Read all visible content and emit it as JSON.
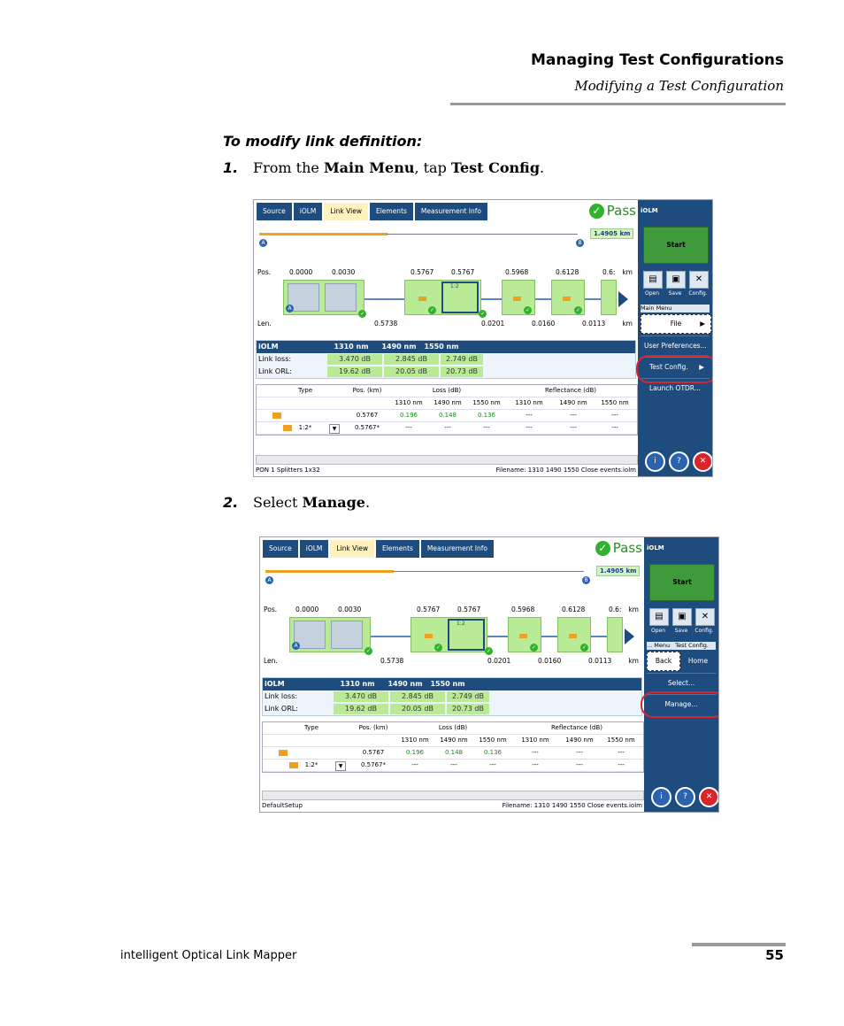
{
  "header": {
    "title": "Managing Test Configurations",
    "subtitle": "Modifying a Test Configuration"
  },
  "procedure_title": "To modify link definition:",
  "steps": [
    {
      "num": "1.",
      "pre": "From the ",
      "b1": "Main Menu",
      "mid": ", tap ",
      "b2": "Test Config",
      "post": "."
    },
    {
      "num": "2.",
      "pre": "Select ",
      "b1": "Manage",
      "post": "."
    }
  ],
  "ui": {
    "tabs": [
      "Source",
      "iOLM",
      "Link View",
      "Elements",
      "Measurement Info"
    ],
    "pass": "Pass",
    "length_badge": "1.4905 km",
    "marker_a": "A",
    "marker_b": "B",
    "pos_label": "Pos.",
    "len_label": "Len.",
    "km": "km",
    "positions": [
      "0.0000",
      "0.0030",
      "0.5767",
      "0.5767",
      "0.5968",
      "0.6128",
      "0.6:"
    ],
    "lengths": [
      "0.5738",
      "0.0201",
      "0.0160",
      "0.0113"
    ],
    "splitter_label": "1:2",
    "summary": {
      "header": [
        "iOLM",
        "1310 nm",
        "1490 nm",
        "1550 nm"
      ],
      "rows": [
        {
          "label": "Link loss:",
          "v": [
            "3.470 dB",
            "2.845 dB",
            "2.749 dB"
          ]
        },
        {
          "label": "Link ORL:",
          "v": [
            "19.62 dB",
            "20.05 dB",
            "20.73 dB"
          ]
        }
      ]
    },
    "events": {
      "head1": [
        "Type",
        "Pos. (km)",
        "Loss (dB)",
        "Reflectance (dB)"
      ],
      "head2": [
        "1310 nm",
        "1490 nm",
        "1550 nm",
        "1310 nm",
        "1490 nm",
        "1550 nm"
      ],
      "rows": [
        {
          "type": "",
          "pos": "0.5767",
          "v": [
            "0.196",
            "0.148",
            "0.136",
            "---",
            "---",
            "---"
          ]
        },
        {
          "type": "1:2*",
          "pos": "0.5767*",
          "v": [
            "---",
            "---",
            "---",
            "---",
            "---",
            "---"
          ]
        }
      ]
    },
    "side": {
      "title": "iOLM",
      "start": "Start",
      "icons": [
        "Open",
        "Save",
        "Config."
      ],
      "menu1": {
        "bar": "Main Menu",
        "items": [
          "File",
          "User Preferences...",
          "Test Config.",
          "Launch OTDR..."
        ]
      },
      "menu2": {
        "bar1": "... Menu",
        "bar2": "Test Config.",
        "back": "Back",
        "home": "Home",
        "items": [
          "Select...",
          "Manage..."
        ]
      }
    },
    "status1": {
      "left": "PON 1 Splitters 1x32",
      "right": "Filename: 1310 1490 1550 Close events.iolm"
    },
    "status2": {
      "left": "DefaultSetup",
      "right": "Filename: 1310 1490 1550 Close events.iolm"
    }
  },
  "footer": {
    "left": "intelligent Optical Link Mapper",
    "page": "55"
  }
}
